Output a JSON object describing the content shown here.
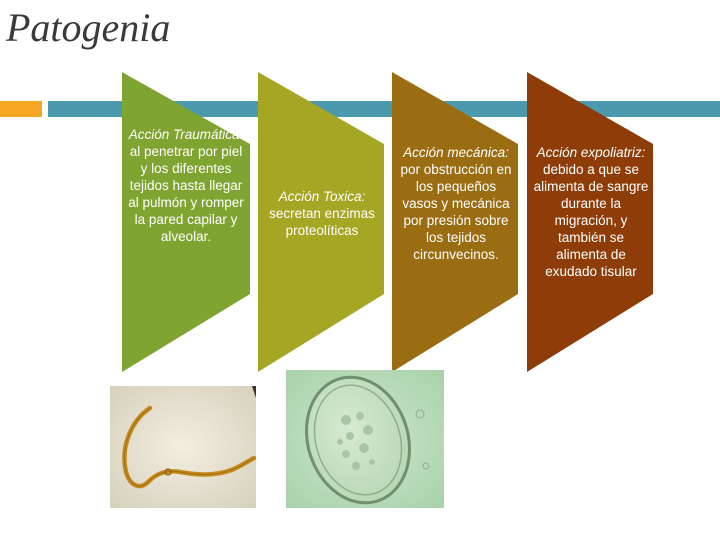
{
  "title": "Patogenia",
  "colors": {
    "accent_orange": "#f6a623",
    "accent_blue": "#4a99ad",
    "step1": "#7fa431",
    "step2": "#a5a623",
    "step3": "#9b6d12",
    "step4": "#8e3d08"
  },
  "steps": [
    {
      "heading": "Acción Traumática:",
      "body": "al penetrar por piel y los diferentes tejidos hasta llegar al pulmón y romper la pared capilar y alveolar."
    },
    {
      "heading": "Acción Toxica:",
      "body": "secretan enzimas proteolíticas"
    },
    {
      "heading": "Acción mecánica:",
      "body": "por obstrucción en los pequeños vasos y mecánica por presión sobre los tejidos circunvecinos."
    },
    {
      "heading": "Acción expoliatriz:",
      "body": "debido a que se alimenta de sangre durante la migración, y también se alimenta de exudado tisular"
    }
  ],
  "images": [
    {
      "name": "larva-worm-image"
    },
    {
      "name": "egg-micrograph-image"
    }
  ]
}
